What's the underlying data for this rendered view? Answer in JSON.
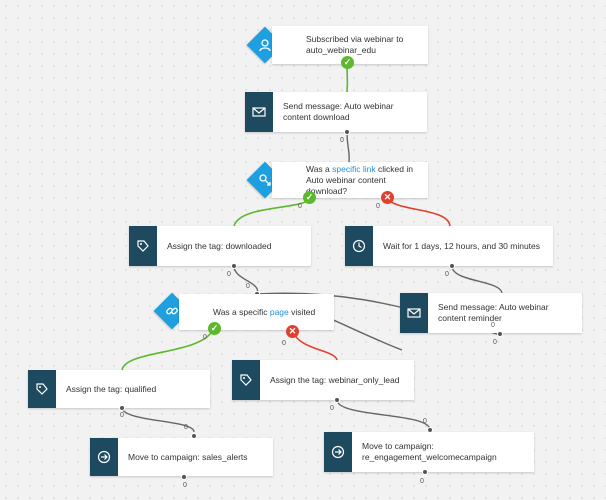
{
  "nodes": {
    "subscribed": "Subscribed via webinar to auto_webinar_edu",
    "send1": "Send message: Auto webinar content download",
    "cond1_pre": "Was a ",
    "cond1_link": "specific link",
    "cond1_post": " clicked in Auto webinar content download?",
    "tag_downloaded": "Assign the tag: downloaded",
    "wait": "Wait for 1 days, 12 hours, and 30 minutes",
    "cond2_pre": "Was a specific ",
    "cond2_link": "page",
    "cond2_post": " visited",
    "send2": "Send message: Auto webinar content reminder",
    "tag_qualified": "Assign the tag: qualified",
    "tag_webinar": "Assign the tag: webinar_only_lead",
    "move_sales": "Move to campaign: sales_alerts",
    "move_reeng": "Move to campaign: re_engagement_welcomecampaign"
  },
  "counters": {
    "c1": "0",
    "c2": "0",
    "c3": "0",
    "c4": "0",
    "c5": "0",
    "c6": "0",
    "c7": "0",
    "c8": "0",
    "c9": "0",
    "c10": "0",
    "c11": "0",
    "c12": "0",
    "c13": "0",
    "c14": "0",
    "c15": "0",
    "c16": "0"
  },
  "colors": {
    "action_icon_bg": "#1e4a60",
    "condition_bg": "#1ea0e0",
    "yes_color": "#5cb82e",
    "no_color": "#e0402e",
    "link_color": "#1e90e0"
  },
  "icons": {
    "subscribed": "user-icon",
    "send": "envelope-icon",
    "condition_click": "link-click-icon",
    "tag": "tag-icon",
    "wait": "clock-icon",
    "condition_page": "link-icon",
    "move": "arrow-right-circle-icon"
  }
}
